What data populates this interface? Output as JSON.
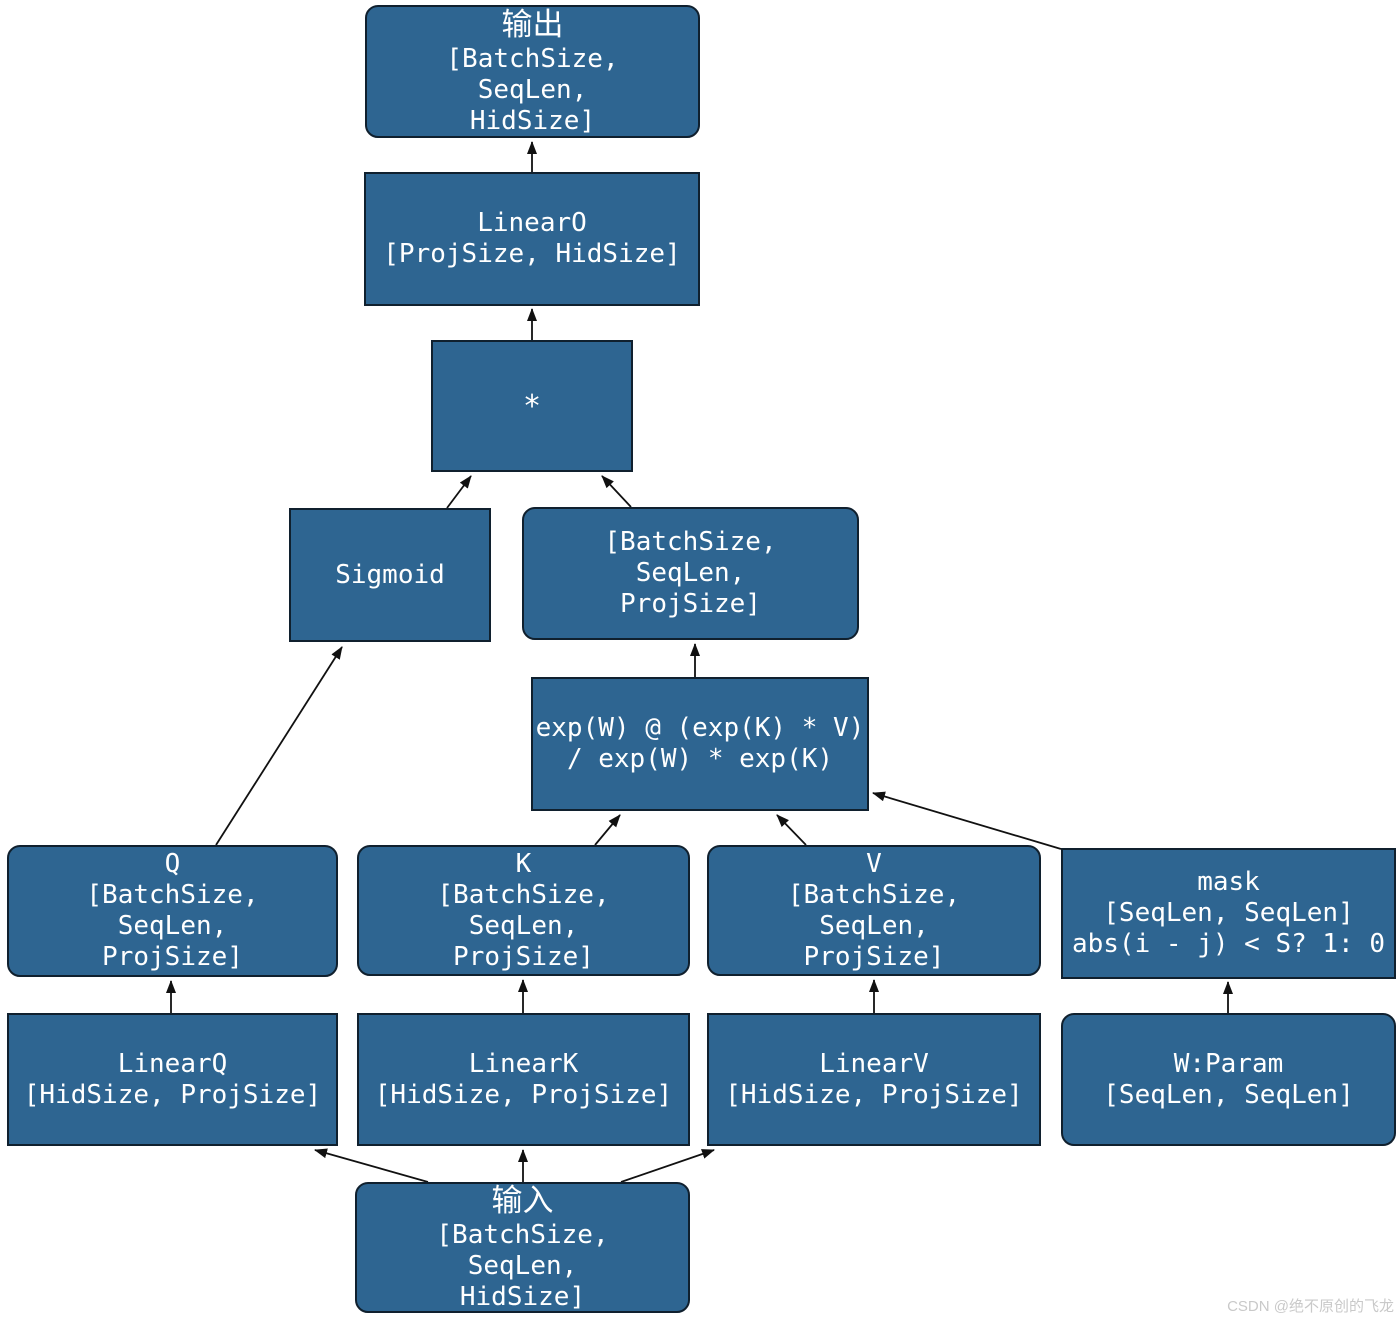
{
  "diagram": {
    "title_semantic": "attention-module-dataflow",
    "colors": {
      "node_fill": "#2e6591",
      "node_border": "#10202e",
      "node_text": "#ffffff",
      "edge": "#111111",
      "background": "#ffffff",
      "watermark_text_color": "#c9c9c9"
    },
    "nodes": {
      "output": {
        "lines": [
          "输出",
          "[BatchSize,",
          "SeqLen,",
          "HidSize]"
        ]
      },
      "linear_o": {
        "lines": [
          "LinearO",
          "[ProjSize, HidSize]"
        ]
      },
      "multiply": {
        "lines": [
          "*"
        ]
      },
      "sigmoid": {
        "lines": [
          "Sigmoid"
        ]
      },
      "gate_tensor": {
        "lines": [
          "[BatchSize,",
          "SeqLen,",
          "ProjSize]"
        ]
      },
      "attention_formula": {
        "lines": [
          "exp(W) @ (exp(K) * V)",
          "/ exp(W) * exp(K)"
        ]
      },
      "q": {
        "lines": [
          "Q",
          "[BatchSize,",
          "SeqLen,",
          "ProjSize]"
        ]
      },
      "k": {
        "lines": [
          "K",
          "[BatchSize,",
          "SeqLen,",
          "ProjSize]"
        ]
      },
      "v": {
        "lines": [
          "V",
          "[BatchSize,",
          "SeqLen,",
          "ProjSize]"
        ]
      },
      "mask": {
        "lines": [
          "mask",
          "[SeqLen, SeqLen]",
          "abs(i - j) < S? 1: 0"
        ]
      },
      "linear_q": {
        "lines": [
          "LinearQ",
          "[HidSize, ProjSize]"
        ]
      },
      "linear_k": {
        "lines": [
          "LinearK",
          "[HidSize, ProjSize]"
        ]
      },
      "linear_v": {
        "lines": [
          "LinearV",
          "[HidSize, ProjSize]"
        ]
      },
      "w_param": {
        "lines": [
          "W:Param",
          "[SeqLen, SeqLen]"
        ]
      },
      "input": {
        "lines": [
          "输入",
          "[BatchSize,",
          "SeqLen,",
          "HidSize]"
        ]
      }
    },
    "edges": [
      "linear_o -> output",
      "multiply -> linear_o",
      "sigmoid -> multiply",
      "gate_tensor -> multiply",
      "attention_formula -> gate_tensor",
      "q -> sigmoid",
      "k -> attention_formula",
      "v -> attention_formula",
      "mask -> attention_formula",
      "linear_q -> q",
      "linear_k -> k",
      "linear_v -> v",
      "w_param -> mask",
      "input -> linear_q",
      "input -> linear_k",
      "input -> linear_v"
    ]
  },
  "watermark": "CSDN @绝不原创的飞龙"
}
